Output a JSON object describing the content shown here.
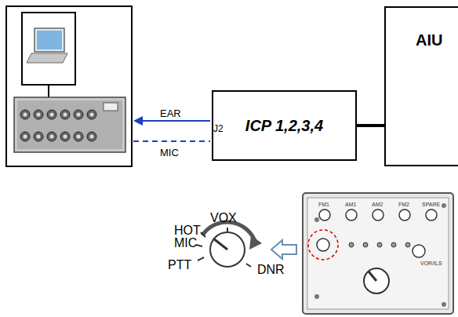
{
  "diagram": {
    "nodes": [
      {
        "text": [
          "ICP 1,2,3,4"
        ]
      },
      {
        "text": [
          "AIU"
        ]
      }
    ],
    "edges": [
      {
        "from": 0,
        "to": 1,
        "arrow": "none"
      }
    ],
    "labels": [
      "EAR",
      "MIC",
      "J2",
      "VOX",
      "HOT",
      "MIC",
      "PTT",
      "DNR",
      "FM1",
      "AM1",
      "AM2",
      "FM2",
      "SPARE",
      "VOR/ILS"
    ]
  }
}
